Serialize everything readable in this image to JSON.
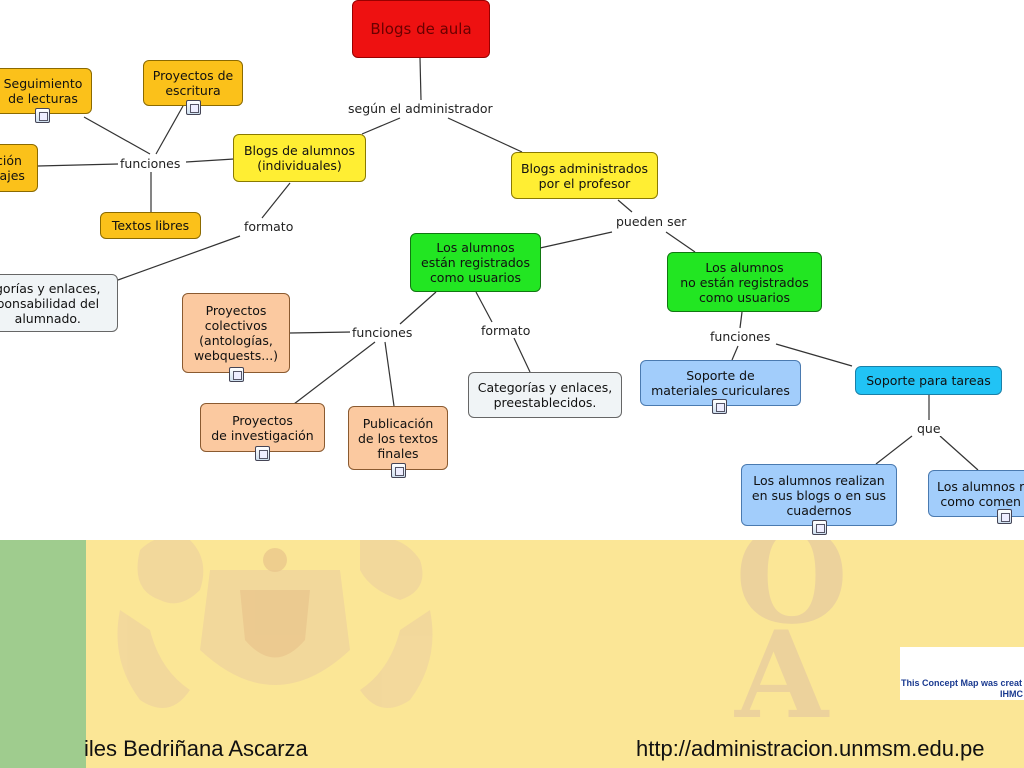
{
  "concept_map": {
    "root": "Blogs de aula",
    "nodes": {
      "seguimiento": "Seguimiento\nde lecturas",
      "proyectos_escritura": "Proyectos de\nescritura",
      "evaluacion": "ción\nzajes",
      "blogs_alumnos": "Blogs de alumnos\n(individuales)",
      "textos_libres": "Textos libres",
      "blogs_profesor": "Blogs administrados\npor el profesor",
      "categorias_alumnado": "gorías y enlaces,\nponsabilidad del\nalumnado.",
      "registrados": "Los alumnos\nestán registrados\ncomo usuarios",
      "no_registrados": "Los alumnos\nno están registrados\ncomo usuarios",
      "proyectos_colectivos": "Proyectos\ncolectivos\n(antologías,\nwebquests...)",
      "proyectos_investigacion": "Proyectos\nde investigación",
      "publicacion": "Publicación\nde los textos\nfinales",
      "categorias_preestablecidos": "Categorías y enlaces,\npreestablecidos.",
      "soporte_materiales": "Soporte de\nmateriales curiculares",
      "soporte_tareas": "Soporte para tareas",
      "realizan_blogs": "Los alumnos realizan\nen sus blogs o en sus\ncuadernos",
      "alumnos_comentarios": "Los alumnos r\ncomo comen"
    },
    "links": {
      "segun_admin": "según el administrador",
      "funciones_left": "funciones",
      "formato_left": "formato",
      "pueden_ser": "pueden ser",
      "funciones_mid": "funciones",
      "formato_mid": "formato",
      "funciones_right": "funciones",
      "que": "que"
    }
  },
  "footer": {
    "author": "iles Bedriñana Ascarza",
    "url": "http://administracion.unmsm.edu.pe",
    "cmap_badge_line1": "This Concept Map was creat",
    "cmap_badge_line2": "IHMC",
    "watermark_letters": [
      "O",
      "A"
    ]
  },
  "colors": {
    "root": "#ee1111",
    "yellow": "#ffee33",
    "orange": "#fbc11a",
    "green": "#22e622",
    "peach": "#fbc9a0",
    "grey": "#f0f4f6",
    "blue": "#a2cdfb",
    "cyan": "#21c3f5",
    "footer_background": "#fbe696",
    "footer_green_bar": "#9fcc8e"
  }
}
